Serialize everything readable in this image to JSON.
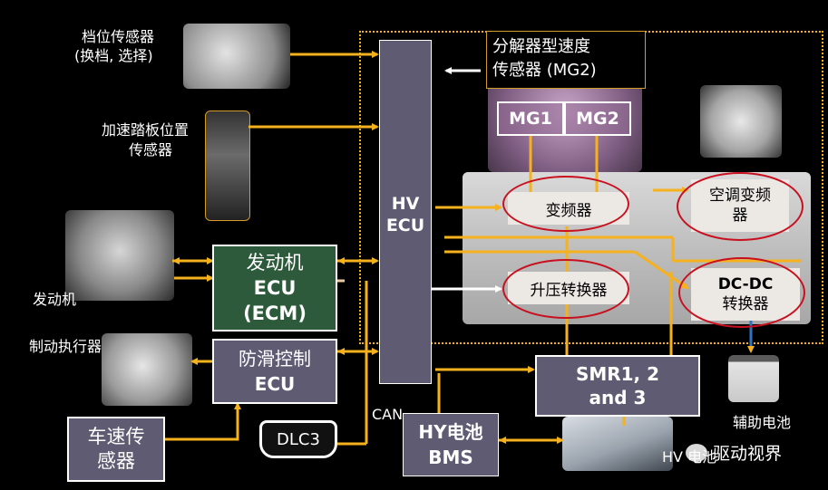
{
  "labels": {
    "gear_sensor": "档位传感器",
    "gear_sensor_sub": "(换档, 选择)",
    "accel_sensor_1": "加速踏板位置",
    "accel_sensor_2": "传感器",
    "engine": "发动机",
    "brake_actuator": "制动执行器",
    "resolver_1": "分解器型速度",
    "resolver_2": "传感器 (MG2)",
    "aux_battery": "辅助电池",
    "hv_battery": "HV 电池",
    "can": "CAN",
    "watermark": "驱动视界"
  },
  "boxes": {
    "hv_ecu_1": "HV",
    "hv_ecu_2": "ECU",
    "engine_ecu_1": "发动机",
    "engine_ecu_2": "ECU",
    "engine_ecu_3": "(ECM)",
    "skid_ecu_1": "防滑控制",
    "skid_ecu_2": "ECU",
    "speed_sensor_1": "车速传",
    "speed_sensor_2": "感器",
    "dlc3": "DLC3",
    "bms_1": "HY电池",
    "bms_2": "BMS",
    "smr_1": "SMR1, 2",
    "smr_2": "and 3",
    "mg1": "MG1",
    "mg2": "MG2",
    "inverter": "变频器",
    "boost_converter": "升压转换器",
    "ac_inverter_1": "空调变频",
    "ac_inverter_2": "器",
    "dcdc_1": "DC-DC",
    "dcdc_2": "转换器"
  },
  "colors": {
    "background": "#000000",
    "arrow": "#f5b21e",
    "ecu_box": "#5f5b72",
    "engine_ecu": "#2d5a3a",
    "highlight_ring": "#c8101e",
    "dotted_frame": "#f5b21e"
  }
}
